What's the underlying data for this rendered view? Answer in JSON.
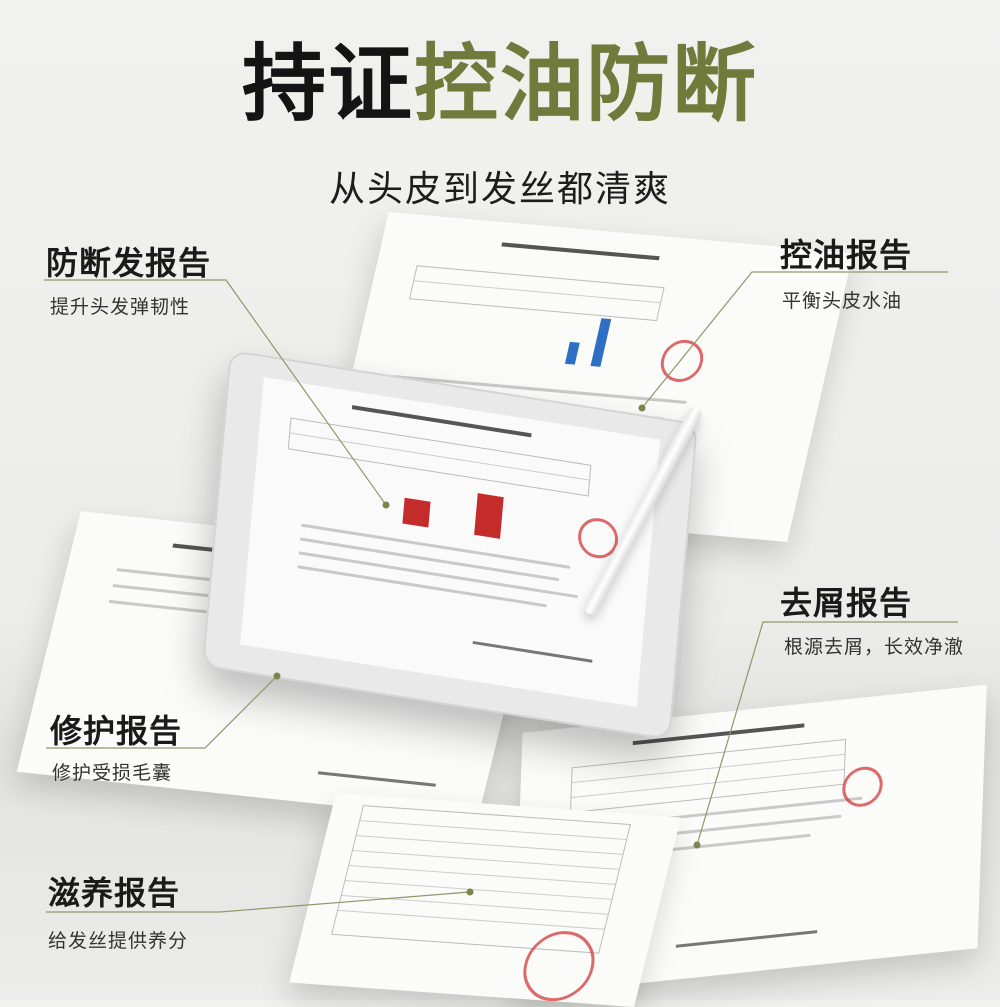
{
  "headline": {
    "part_dark": "持证",
    "part_green": "控油防断"
  },
  "subheadline": "从头皮到发丝都清爽",
  "labels": [
    {
      "title": "防断发报告",
      "desc": "提升头发弹韧性"
    },
    {
      "title": "控油报告",
      "desc": "平衡头皮水油"
    },
    {
      "title": "去屑报告",
      "desc": "根源去屑，长效净澈"
    },
    {
      "title": "修护报告",
      "desc": "修护受损毛囊"
    },
    {
      "title": "滋养报告",
      "desc": "给发丝提供养分"
    }
  ],
  "colors": {
    "accent_green": "#6f7a3b",
    "bar_red": "#c42b2b",
    "bar_blue": "#2d6fc2",
    "stamp_red": "#d23a3a"
  }
}
